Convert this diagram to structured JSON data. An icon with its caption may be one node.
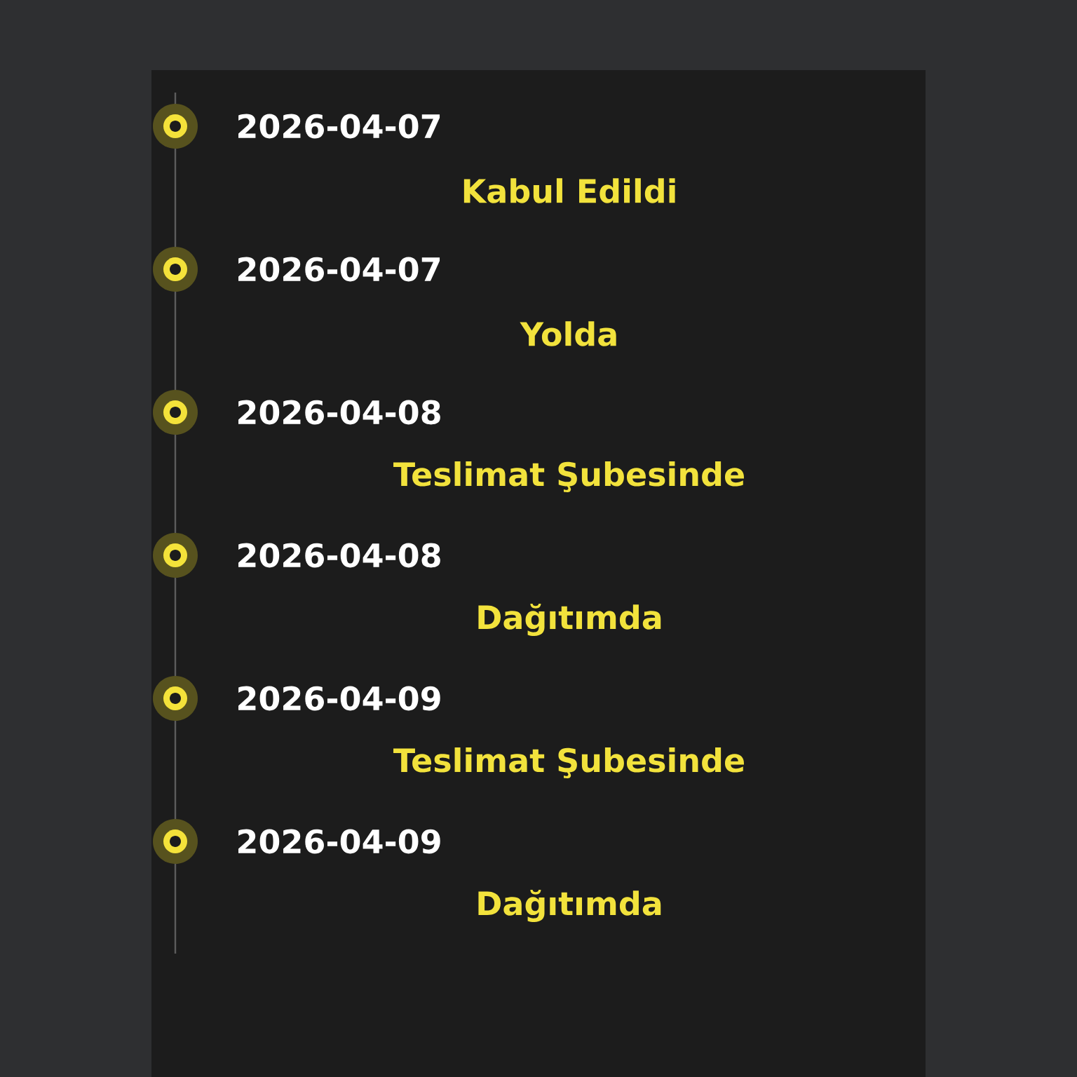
{
  "diagram": {
    "labels": [
      "2026-04-07",
      "Kabul Edildi",
      "2026-04-07",
      "Yolda",
      "2026-04-08",
      "Teslimat Şubesinde",
      "2026-04-08",
      "Dağıtımda",
      "2026-04-09",
      "Teslimat Şubesinde",
      "2026-04-09",
      "Dağıtımda"
    ]
  }
}
